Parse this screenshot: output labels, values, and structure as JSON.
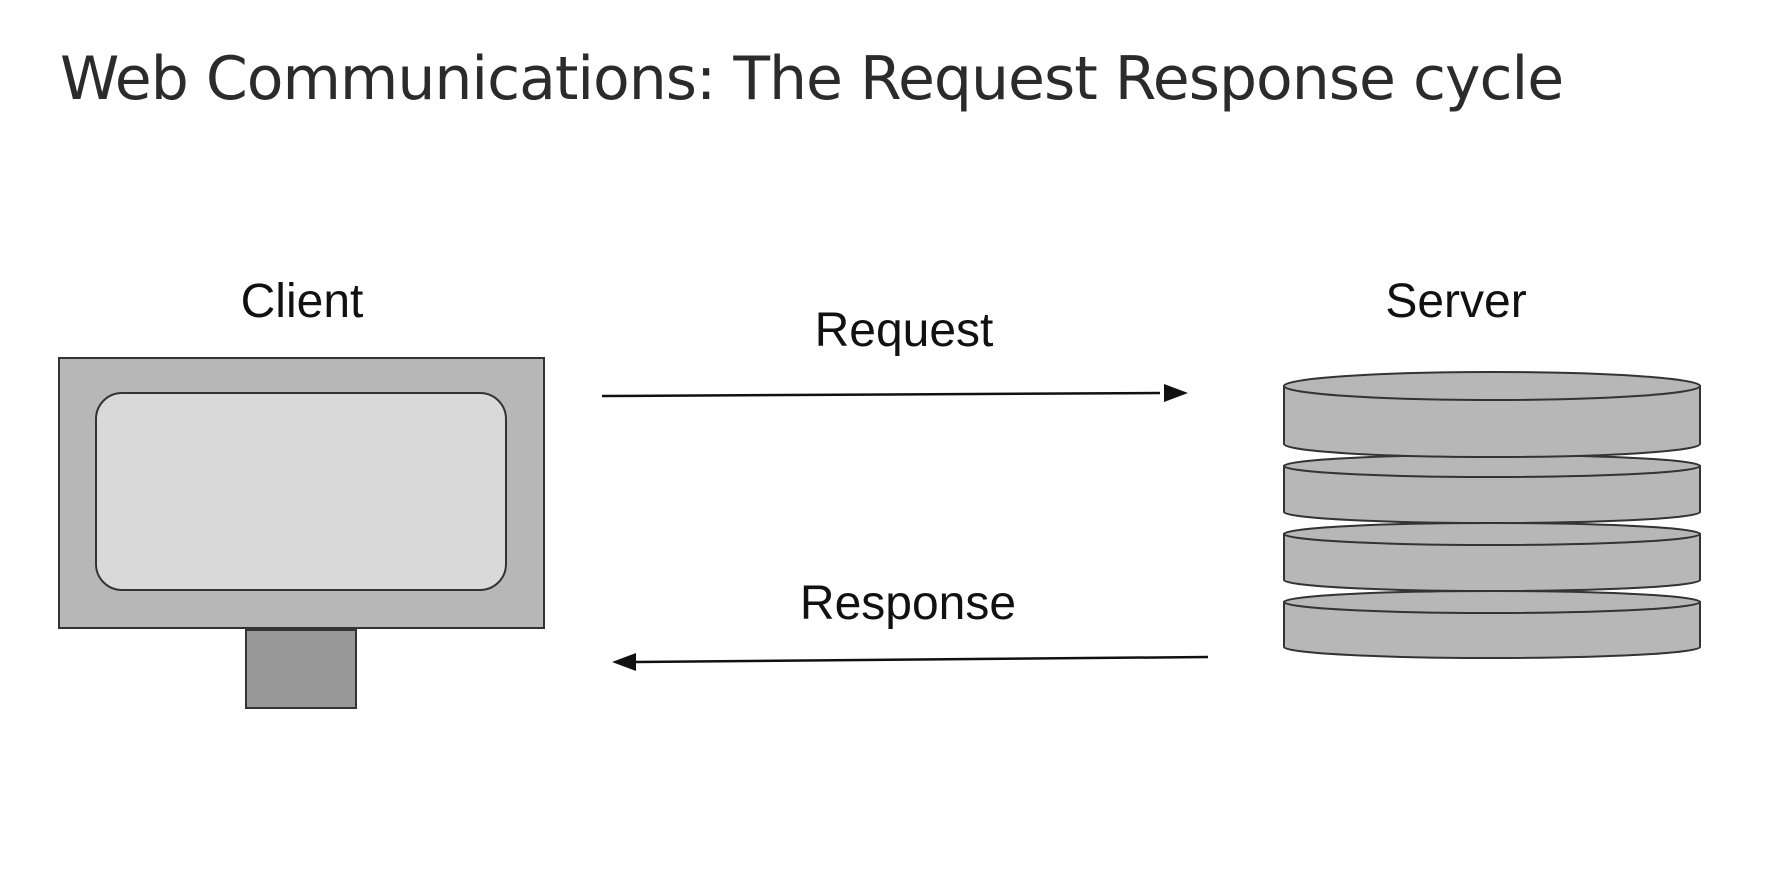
{
  "title": "Web Communications: The Request Response cycle",
  "client": {
    "label": "Client"
  },
  "server": {
    "label": "Server"
  },
  "request": {
    "label": "Request"
  },
  "response": {
    "label": "Response"
  }
}
